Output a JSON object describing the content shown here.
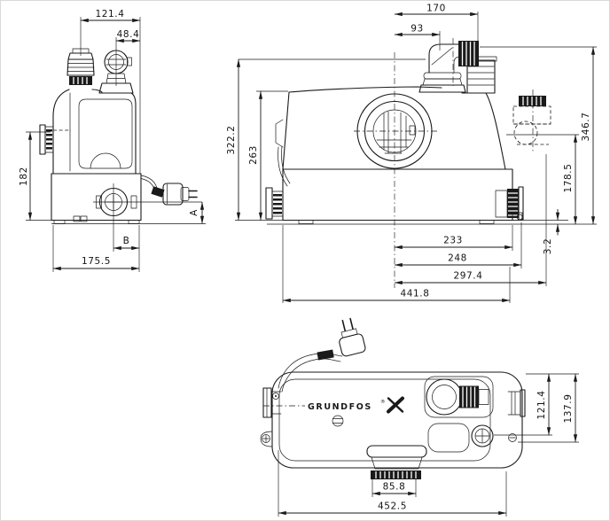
{
  "drawing": {
    "type": "technical-dimension-drawing",
    "colors": {
      "background": "#ffffff",
      "line": "#1a1a1a"
    }
  },
  "brand": {
    "name": "GRUNDFOS",
    "reg": "®",
    "logo_mark": "grundfos-x-icon"
  },
  "views": {
    "front": {
      "dims": {
        "overall_width_top": "121.4",
        "vent_offset": "48.4",
        "left_height": "182",
        "outlet_center_height": "A",
        "outlet_center_offset": "B",
        "base_width": "175.5"
      }
    },
    "side": {
      "dims": {
        "discharge_span": "170",
        "discharge_to_center": "93",
        "overall_height": "322.2",
        "body_height": "263",
        "inlet_overall_height": "346.7",
        "side_inlet_height": "178.5",
        "base_clearance": "3.2",
        "center_to_edge": "233",
        "center_to_bracket": "248",
        "center_to_inlet_end": "297.4",
        "overall_length": "441.8"
      }
    },
    "top": {
      "dims": {
        "edge_to_vent": "121.4",
        "overall_width": "137.9",
        "inlet_width": "85.8",
        "overall_length": "452.5"
      }
    }
  }
}
